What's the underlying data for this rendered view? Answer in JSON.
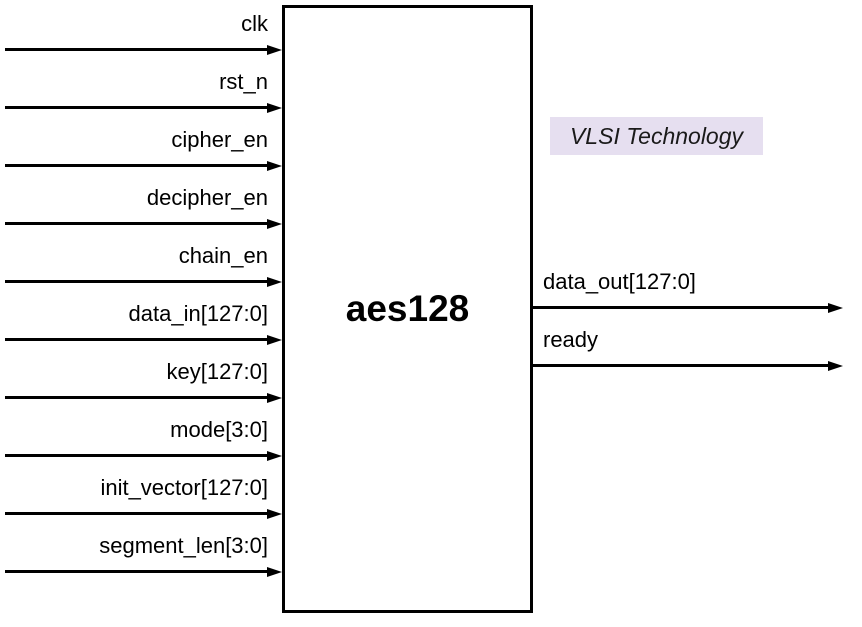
{
  "module": {
    "name": "aes128"
  },
  "watermark": {
    "label": "VLSI Technology"
  },
  "signals": {
    "inputs": [
      {
        "label": "clk"
      },
      {
        "label": "rst_n"
      },
      {
        "label": "cipher_en"
      },
      {
        "label": "decipher_en"
      },
      {
        "label": "chain_en"
      },
      {
        "label": "data_in[127:0]"
      },
      {
        "label": "key[127:0]"
      },
      {
        "label": "mode[3:0]"
      },
      {
        "label": "init_vector[127:0]"
      },
      {
        "label": "segment_len[3:0]"
      }
    ],
    "outputs": [
      {
        "label": "data_out[127:0]"
      },
      {
        "label": "ready"
      }
    ]
  },
  "colors": {
    "wire": "#000000",
    "text": "#000000",
    "background": "#ffffff",
    "watermark_bg": "#e6dff0",
    "watermark_text": "#1a1a1a"
  }
}
